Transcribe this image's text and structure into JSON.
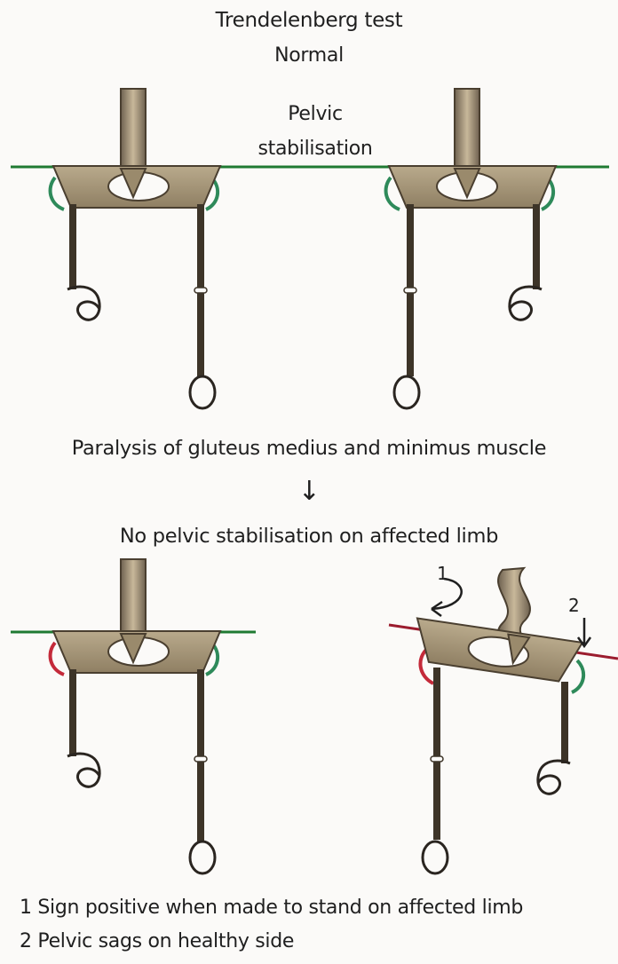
{
  "title": "Trendelenberg test",
  "subtitle": "Normal",
  "pelvic_label_line1": "Pelvic",
  "pelvic_label_line2": "stabilisation",
  "cause": "Paralysis of gluteus medius and minimus muscle",
  "arrow": "↓",
  "result": "No pelvic stabilisation on affected limb",
  "marker_1": "1",
  "marker_2": "2",
  "notes": [
    "1 Sign positive when made to stand on affected limb",
    "2 Pelvic sags on healthy side"
  ],
  "colors": {
    "stable_line": "#1f7a32",
    "tilt_line": "#9b1c2e",
    "healthy_muscle": "#2e8a5a",
    "paralysed_muscle": "#c42a3a",
    "bone": "#a8987a",
    "bone_dark": "#4a3f30"
  }
}
